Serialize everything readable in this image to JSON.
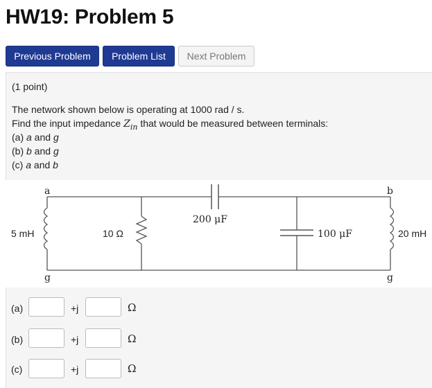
{
  "header": {
    "title": "HW19: Problem 5"
  },
  "nav": {
    "previous": "Previous Problem",
    "list": "Problem List",
    "next": "Next Problem"
  },
  "problem": {
    "points": "(1 point)",
    "line1": "The network shown below is operating at 1000 rad / s.",
    "line2_pre": "Find the input impedance ",
    "zin_main": "Z",
    "zin_sub": "in",
    "line2_post": " that would be measured between terminals:",
    "part_a": {
      "label": "(a) ",
      "t1": "a",
      "and": " and ",
      "t2": "g"
    },
    "part_b": {
      "label": "(b) ",
      "t1": "b",
      "and": " and ",
      "t2": "g"
    },
    "part_c": {
      "label": "(c) ",
      "t1": "a",
      "and": " and ",
      "t2": "b"
    }
  },
  "circuit": {
    "terminal_a": "a",
    "terminal_b": "b",
    "terminal_g_left": "g",
    "terminal_g_right": "g",
    "inductor_left": "5 mH",
    "resistor": "10 Ω",
    "capacitor_series": "200 μF",
    "capacitor_shunt": "100 μF",
    "inductor_right": "20 mH"
  },
  "answers": [
    {
      "label": "(a)",
      "plus_j": "+j",
      "unit": "Ω",
      "real": "",
      "imag": ""
    },
    {
      "label": "(b)",
      "plus_j": "+j",
      "unit": "Ω",
      "real": "",
      "imag": ""
    },
    {
      "label": "(c)",
      "plus_j": "+j",
      "unit": "Ω",
      "real": "",
      "imag": ""
    }
  ]
}
